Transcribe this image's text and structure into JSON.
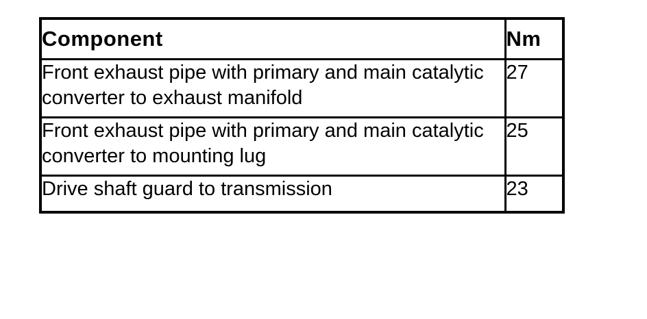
{
  "colors": {
    "background": "#ffffff",
    "border": "#000000",
    "text": "#000000"
  },
  "table": {
    "columns": [
      {
        "key": "component",
        "label": "Component"
      },
      {
        "key": "nm",
        "label": "Nm"
      }
    ],
    "rows": [
      {
        "component": "Front exhaust pipe with primary and main catalytic converter to exhaust manifold",
        "nm": "27"
      },
      {
        "component": "Front exhaust pipe with primary and main catalytic converter to mounting lug",
        "nm": "25"
      },
      {
        "component": "Drive shaft guard to transmission",
        "nm": "23"
      }
    ]
  }
}
